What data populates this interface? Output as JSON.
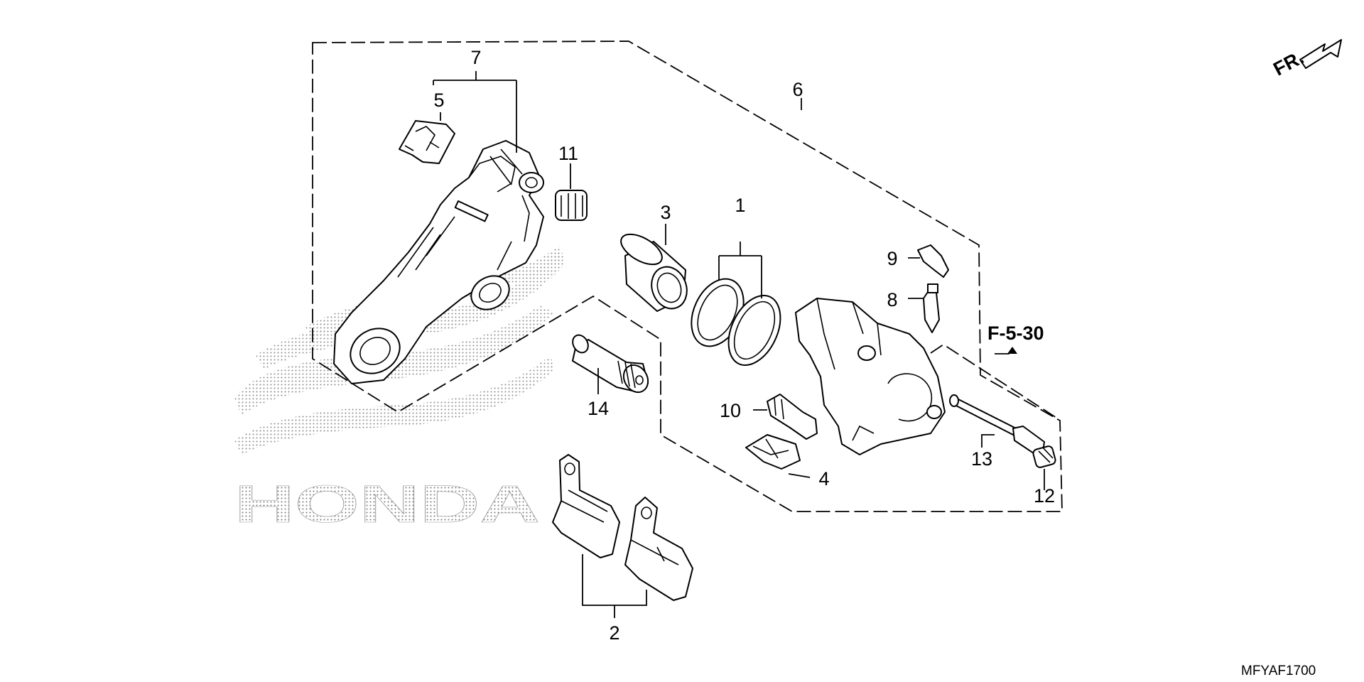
{
  "diagram": {
    "direction_label": "FR.",
    "reference_label": "F-5-30",
    "diagram_code": "MFYAF1700",
    "watermark": "HONDA",
    "callouts": [
      "1",
      "2",
      "3",
      "4",
      "5",
      "6",
      "7",
      "8",
      "9",
      "10",
      "11",
      "12",
      "13",
      "14"
    ]
  }
}
